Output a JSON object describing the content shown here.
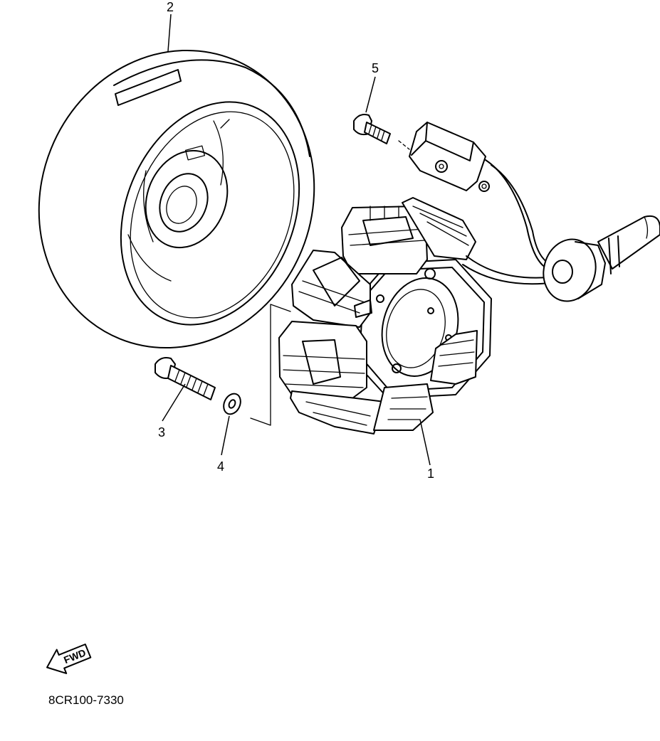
{
  "callouts": {
    "stator": "1",
    "flywheel": "2",
    "bolt": "3",
    "washer": "4",
    "screw": "5"
  },
  "direction_badge": "FWD",
  "reference_code": "8CR100-7330"
}
